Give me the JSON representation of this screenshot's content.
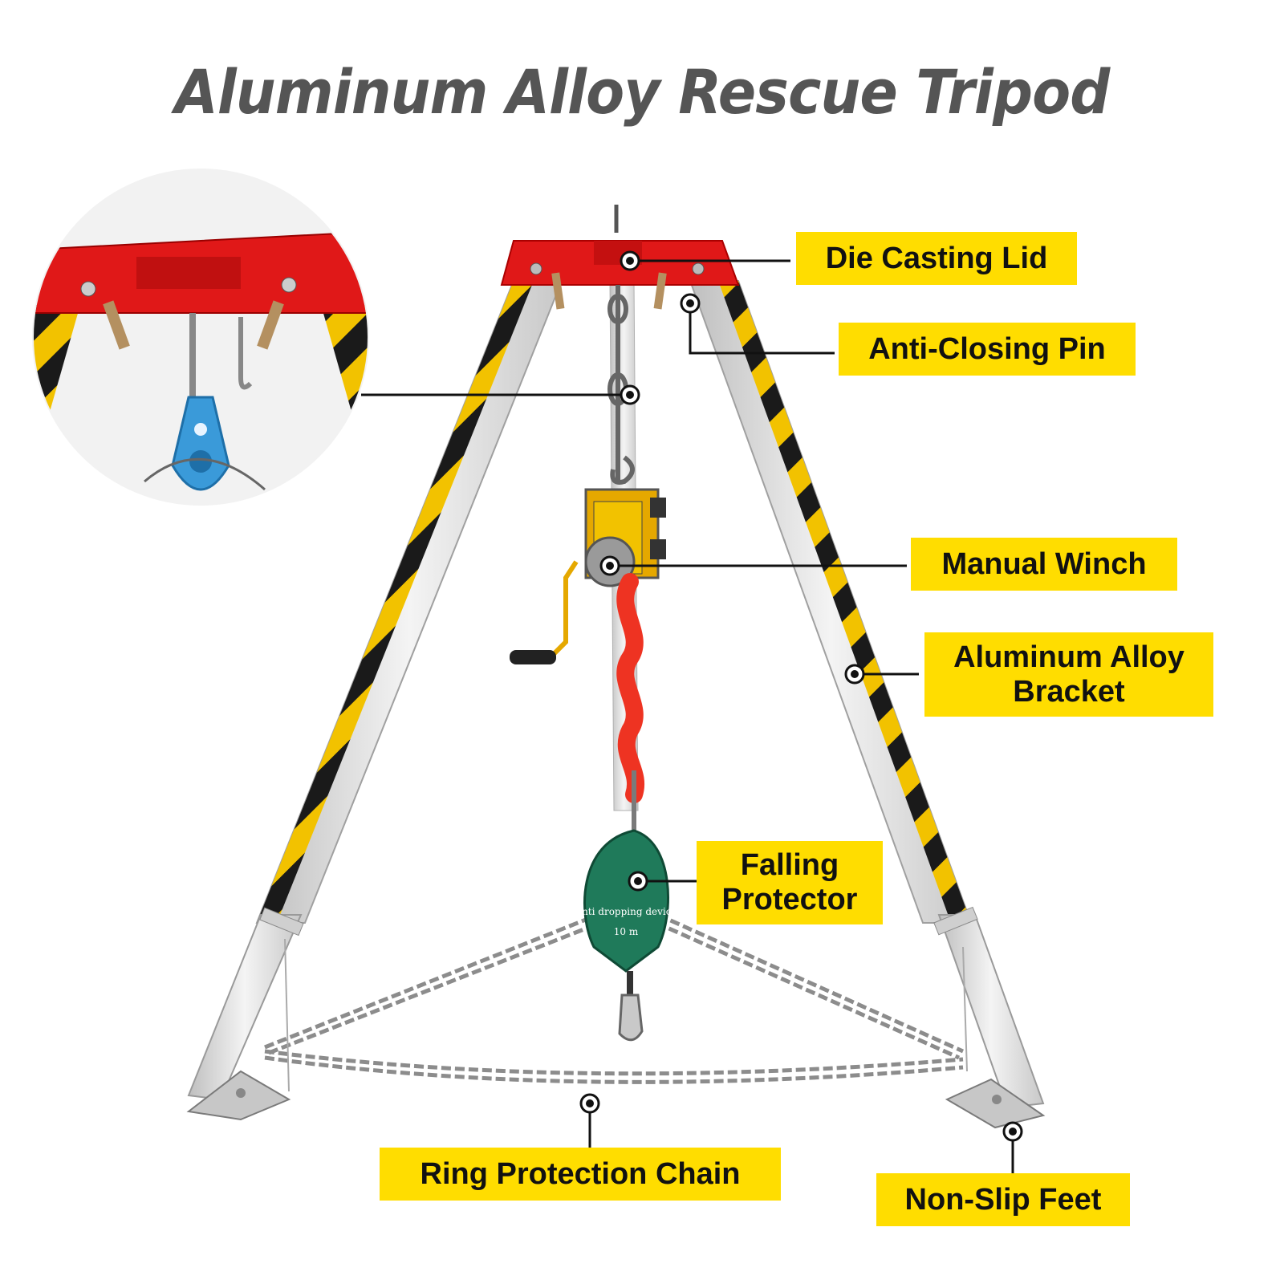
{
  "title": "Aluminum Alloy Rescue Tripod",
  "colors": {
    "label_bg": "#ffdd00",
    "lid_red": "#e01818",
    "stripe_black": "#1a1a1a",
    "stripe_yellow": "#f2c200",
    "leg_silver": "#d9d9d9",
    "protector_green": "#1f7a5a",
    "pulley_blue": "#3a9ad9"
  },
  "labels": {
    "die_casting_lid": "Die Casting Lid",
    "anti_closing_pin": "Anti-Closing Pin",
    "manual_winch": "Manual Winch",
    "aluminum_alloy_bracket": "Aluminum Alloy\nBracket",
    "falling_protector": "Falling\nProtector",
    "ring_protection_chain": "Ring Protection Chain",
    "non_slip_feet": "Non-Slip Feet"
  },
  "device_text": {
    "line1": "Anti dropping device",
    "line2": "10 m"
  },
  "icons": {
    "pulley": "pulley-icon",
    "hook": "hook-icon"
  }
}
